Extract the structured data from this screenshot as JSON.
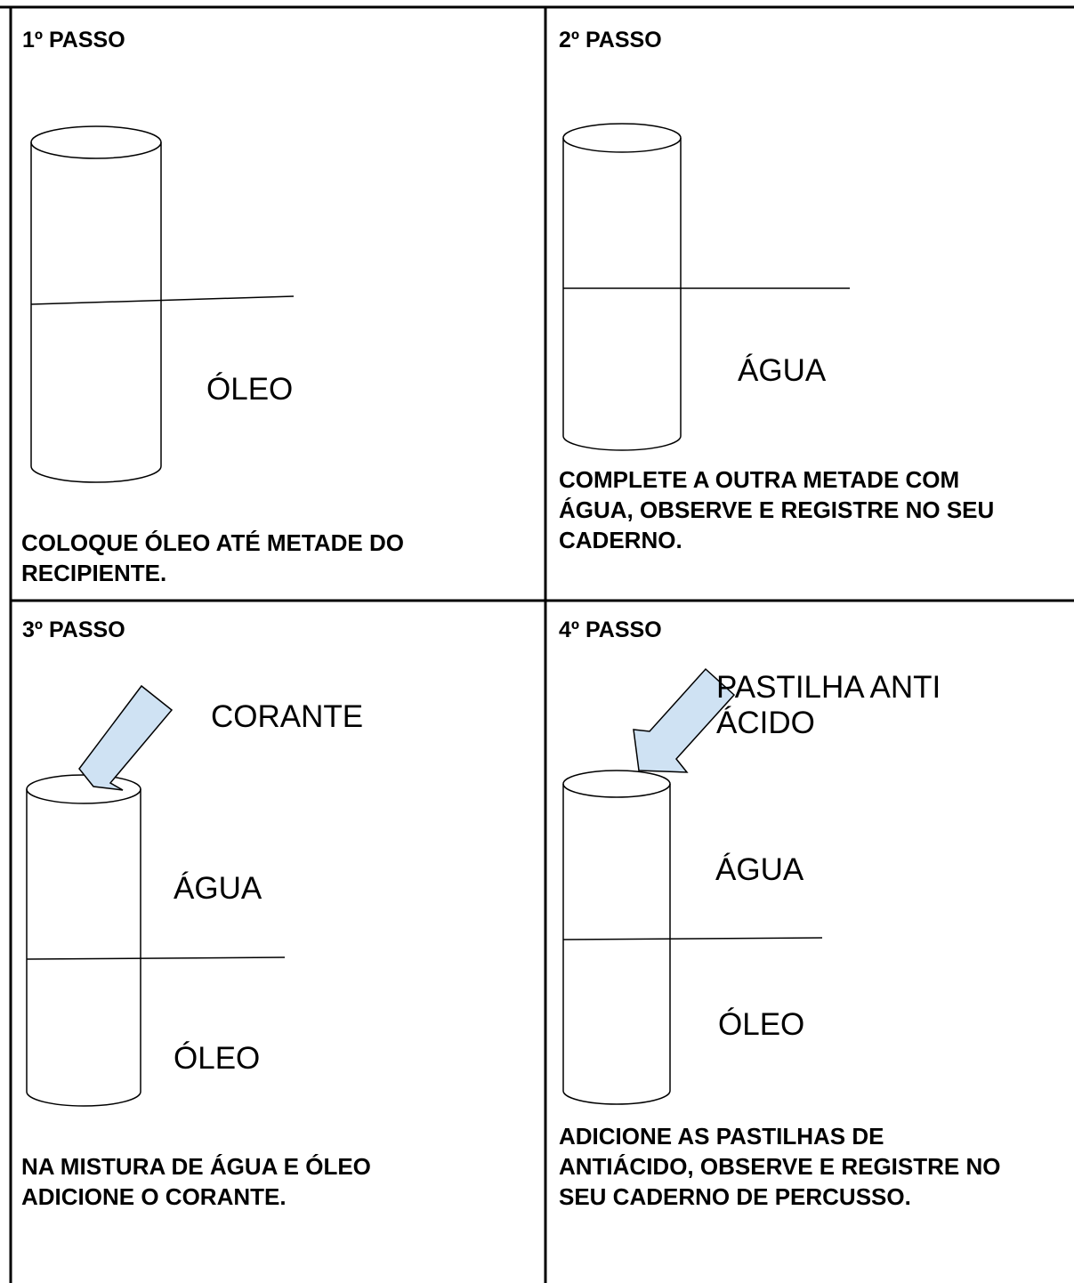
{
  "steps": [
    {
      "header": "1º PASSO",
      "labels": [
        "ÓLEO"
      ],
      "instruction": "COLOQUE ÓLEO ATÉ METADE DO\nRECIPIENTE."
    },
    {
      "header": "2º PASSO",
      "labels": [
        "ÁGUA"
      ],
      "instruction": "COMPLETE A OUTRA METADE COM\nÁGUA, OBSERVE E REGISTRE NO SEU\nCADERNO."
    },
    {
      "header": "3º PASSO",
      "labels": [
        "CORANTE",
        "ÁGUA",
        "ÓLEO"
      ],
      "instruction": "NA MISTURA DE ÁGUA E ÓLEO\nADICIONE O CORANTE."
    },
    {
      "header": "4º PASSO",
      "labels": [
        "PASTILHA ANTI\nÁCIDO",
        "ÁGUA",
        "ÓLEO"
      ],
      "instruction": "ADICIONE AS PASTILHAS DE\nANTIÁCIDO, OBSERVE E REGISTRE NO\nSEU CADERNO DE PERCUSSO."
    }
  ],
  "colors": {
    "arrow_fill": "#cfe2f3",
    "line": "#000000"
  }
}
